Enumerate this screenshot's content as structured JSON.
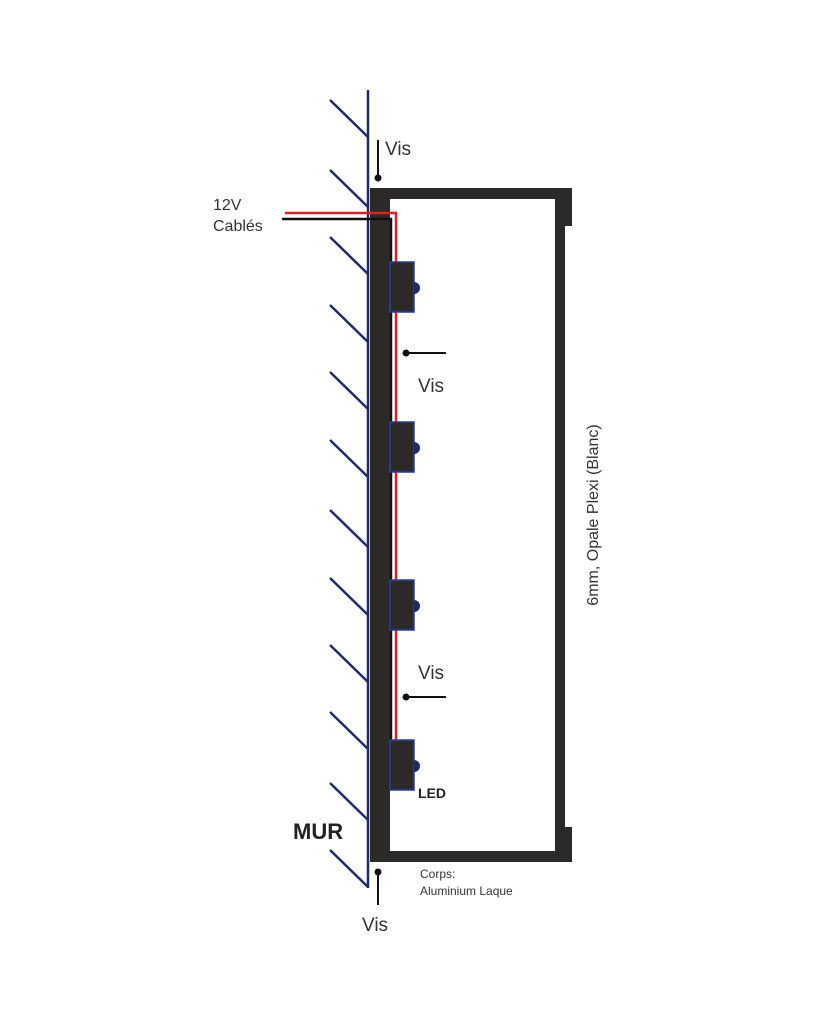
{
  "labels": {
    "screw_top": "Vis",
    "screw_mid1": "Vis",
    "screw_mid2": "Vis",
    "screw_bottom": "Vis",
    "voltage": "12V",
    "cables": "Cablés",
    "plexi": "6mm, Opale Plexi (Blanc)",
    "wall": "MUR",
    "led": "LED",
    "body_title": "Corps:",
    "body_material": "Aluminium Laque"
  },
  "colors": {
    "wall": "#1f2a6b",
    "body": "#2b2a28",
    "wire_red": "#e02020",
    "wire_black": "#111111",
    "led_border": "#2a3f9a"
  }
}
